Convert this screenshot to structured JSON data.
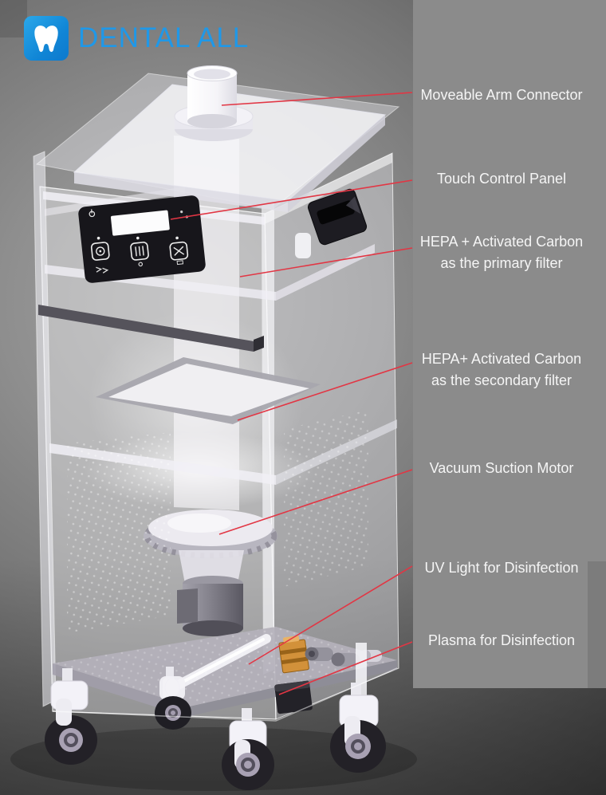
{
  "brand": {
    "name": "DENTAL ALL"
  },
  "callouts": [
    {
      "line1": "Moveable Arm Connector"
    },
    {
      "line1": "Touch Control Panel"
    },
    {
      "line1": "HEPA + Activated Carbon",
      "line2": "as the primary filter"
    },
    {
      "line1": "HEPA+ Activated Carbon",
      "line2": "as the secondary filter"
    },
    {
      "line1": "Vacuum Suction Motor"
    },
    {
      "line1": "UV Light for Disinfection"
    },
    {
      "line1": "Plasma for Disinfection"
    }
  ],
  "colors": {
    "leader_line": "#e23644",
    "brand_blue": "#1f98e8",
    "band_gray": "#8b8b8b",
    "label_text": "#f5f5f5"
  },
  "icons": {
    "logo": "tooth-icon"
  }
}
